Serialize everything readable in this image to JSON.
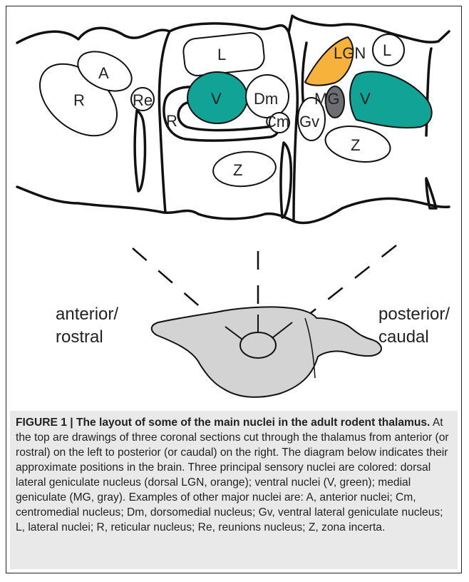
{
  "labels": {
    "anterior": {
      "A": "A",
      "R": "R",
      "Re": "Re"
    },
    "middle": {
      "L": "L",
      "V": "V",
      "Dm": "Dm",
      "R": "R",
      "Cm": "Cm",
      "Z": "Z"
    },
    "posterior": {
      "LGN": "LGN",
      "L": "L",
      "MG": "MG",
      "V": "V",
      "Gv": "Gv",
      "Z": "Z"
    }
  },
  "orientation": {
    "left_line1": "anterior/",
    "left_line2": "rostral",
    "right_line1": "posterior/",
    "right_line2": "caudal"
  },
  "colors": {
    "lgn_orange": "#f7b23b",
    "v_green": "#10a396",
    "mg_gray": "#6d6e71",
    "brain_gray": "#d3d3d3"
  },
  "caption": {
    "title": "FIGURE 1 | The layout of some of the main nuclei in the adult rodent thalamus.",
    "body": " At the top are drawings of three coronal sections cut through the thalamus from anterior (or rostral) on the left to posterior (or caudal) on the right. The diagram below indicates their approximate positions in the brain. Three principal sensory nuclei are colored: dorsal lateral geniculate nucleus (dorsal LGN, orange); ventral nuclei (V, green); medial geniculate (MG, gray). Examples of other major nuclei are: A, anterior nuclei; Cm, centromedial nucleus; Dm, dorsomedial nucleus; Gv, ventral lateral geniculate nucleus; L, lateral nuclei; R, reticular nucleus; Re, reunions nucleus; Z, zona incerta."
  }
}
